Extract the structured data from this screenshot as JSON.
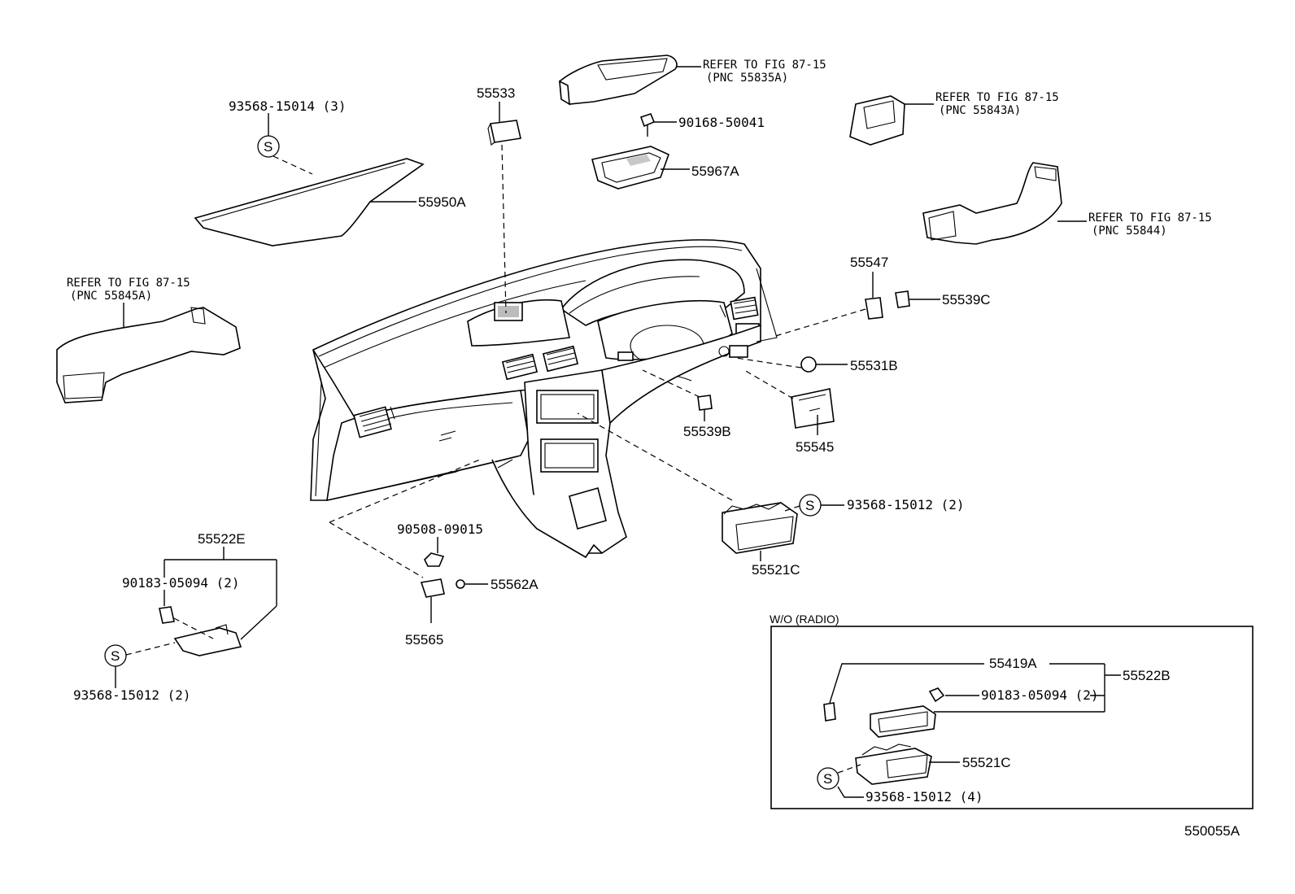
{
  "labels": {
    "p55533": "55533",
    "p90168": "90168-50041",
    "p55967A": "55967A",
    "p93568_15014": "93568-15014 (3)",
    "p55950A": "55950A",
    "p55547": "55547",
    "p55539C": "55539C",
    "p55531B": "55531B",
    "p55539B": "55539B",
    "p55545": "55545",
    "p93568_15012_2a": "93568-15012 (2)",
    "p55521C_a": "55521C",
    "p55522E": "55522E",
    "p90183_2": "90183-05094 (2)",
    "p93568_15012_2b": "93568-15012 (2)",
    "p90508": "90508-09015",
    "p55562A": "55562A",
    "p55565": "55565",
    "p55419A": "55419A",
    "p55522B": "55522B",
    "p90183_2b": "90183-05094 (2)",
    "p55521C_b": "55521C",
    "p93568_15012_4": "93568-15012 (4)",
    "figure_id": "550055A",
    "s_symbol": "S"
  },
  "references": {
    "r1_line1": "REFER TO FIG 87-15",
    "r1_line2": "(PNC 55835A)",
    "r2_line1": "REFER TO FIG 87-15",
    "r2_line2": "(PNC 55843A)",
    "r3_line1": "REFER TO FIG 87-15",
    "r3_line2": "(PNC 55844)",
    "r4_line1": "REFER TO FIG 87-15",
    "r4_line2": "(PNC 55845A)"
  },
  "inset": {
    "title": "W/O (RADIO)"
  }
}
